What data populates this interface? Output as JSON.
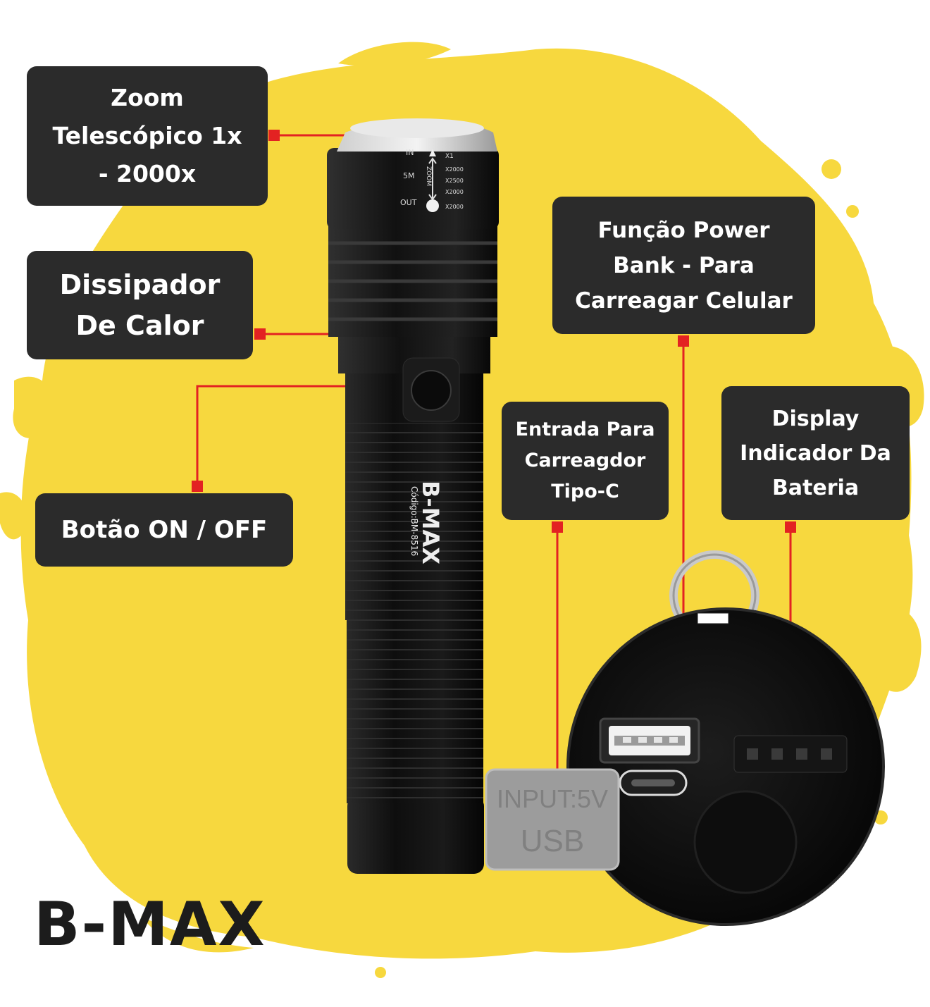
{
  "labels": {
    "zoom": "Zoom\nTelescópico 1x\n- 2000x",
    "heat_sink": "Dissipador\nDe Calor",
    "power_button": "Botão ON / OFF",
    "power_bank": "Função Power\nBank - Para\nCarreagar Celular",
    "usb_c_input": "Entrada Para\nCarreagdor\nTipo-C",
    "battery_display": "Display\nIndicador Da\nBateria"
  },
  "flashlight": {
    "brand": "B-MAX",
    "model": "Código:BM-8516",
    "zoom_ring": {
      "in": "IN",
      "out": "OUT",
      "zoom": "ZOOM",
      "distance": "5M",
      "x1": "X1",
      "x2000_a": "X2000",
      "x2500": "X2500",
      "x2000_b": "X2000",
      "x2000_c": "X2000"
    }
  },
  "cap": {
    "input_plug_line1": "INPUT:5V",
    "input_plug_line2": "USB"
  },
  "brand_logo": "B-MAX",
  "colors": {
    "background_splash": "#F7D83E",
    "label_bg": "#2B2B2B",
    "callout_line": "#E32222",
    "body": "#141414"
  }
}
